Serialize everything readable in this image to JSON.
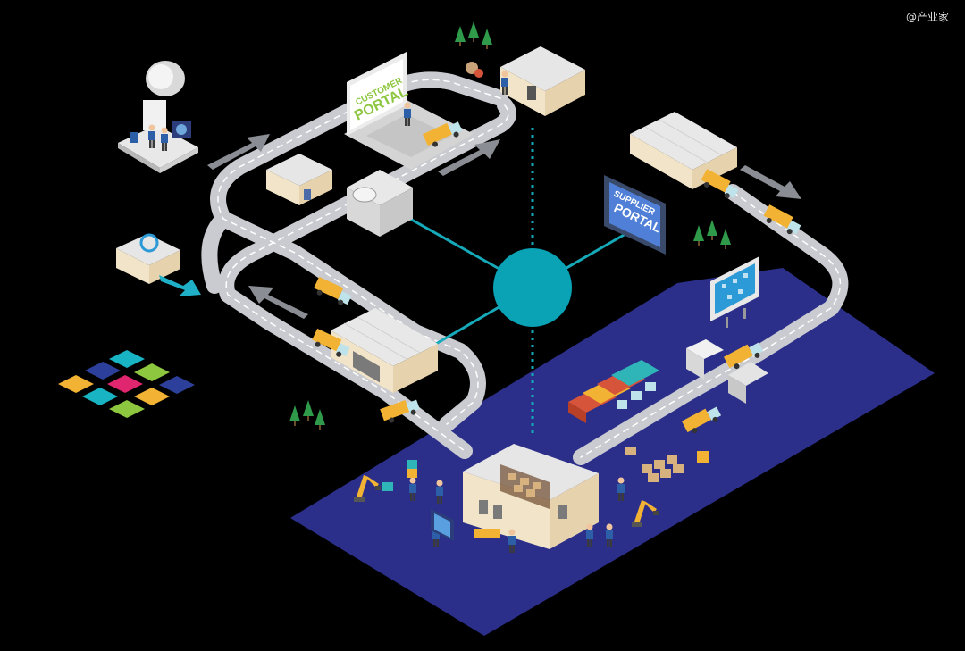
{
  "watermark": "@产业家",
  "customer_portal": {
    "line1": "CUSTOMER",
    "line2": "PORTAL",
    "text_color": "#8dc63f"
  },
  "supplier_portal": {
    "line1": "SUPPLIER",
    "line2": "PORTAL",
    "text_color": "#ffffff"
  },
  "colors": {
    "background": "#000000",
    "platform": "#2b2f8a",
    "road": "#c9cbd0",
    "road_dash": "#ffffff",
    "hub": "#0aa3b5",
    "connector": "#16a9b9",
    "truck_cab": "#bfe3ea",
    "cargo_yellow": "#f2b233",
    "cargo_red": "#d6543a",
    "building_wall": "#f1e4c8",
    "building_roof": "#e6e6e6",
    "tree": "#2e9a4a",
    "arrow": "#8a8d93"
  }
}
